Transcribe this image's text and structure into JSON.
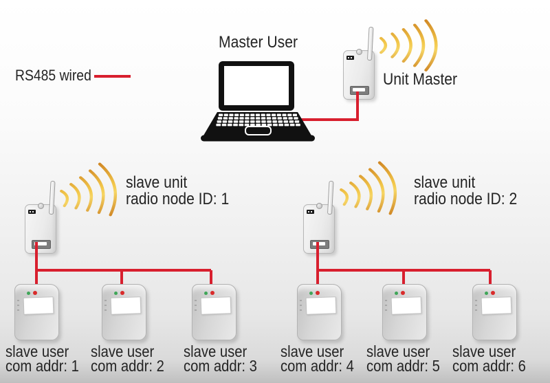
{
  "legend": {
    "label": "RS485 wired"
  },
  "master": {
    "user_label": "Master User",
    "unit_label": "Unit Master"
  },
  "slave_units": [
    {
      "line1": "slave unit",
      "line2": "radio node ID: 1"
    },
    {
      "line1": "slave unit",
      "line2": "radio node ID: 2"
    }
  ],
  "slave_users": [
    {
      "line1": "slave user",
      "line2": "com addr: 1"
    },
    {
      "line1": "slave user",
      "line2": "com addr: 2"
    },
    {
      "line1": "slave user",
      "line2": "com addr: 3"
    },
    {
      "line1": "slave user",
      "line2": "com addr: 4"
    },
    {
      "line1": "slave user",
      "line2": "com addr: 5"
    },
    {
      "line1": "slave user",
      "line2": "com addr: 6"
    }
  ],
  "colors": {
    "wire_red": "#d81f2e",
    "wave_orange": "#cd8120",
    "wave_gold": "#f2c74b",
    "led_green": "#3fa658",
    "led_red": "#d92b2b",
    "laptop_black": "#111111"
  }
}
